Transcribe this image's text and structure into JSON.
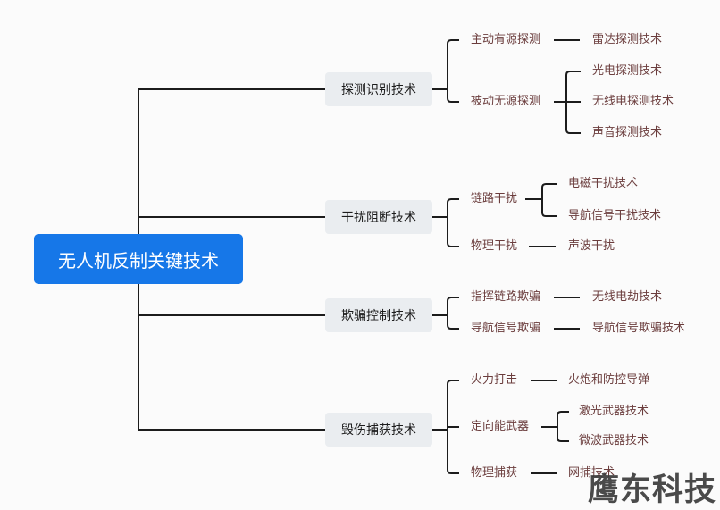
{
  "root": "无人机反制关键技术",
  "branches": [
    {
      "label": "探测识别技术",
      "children": [
        {
          "label": "主动有源探测",
          "items": [
            "雷达探测技术"
          ]
        },
        {
          "label": "被动无源探测",
          "items": [
            "光电探测技术",
            "无线电探测技术",
            "声音探测技术"
          ]
        }
      ]
    },
    {
      "label": "干扰阻断技术",
      "children": [
        {
          "label": "链路干扰",
          "items": [
            "电磁干扰技术",
            "导航信号干扰技术"
          ]
        },
        {
          "label": "物理干扰",
          "items": [
            "声波干扰"
          ]
        }
      ]
    },
    {
      "label": "欺骗控制技术",
      "children": [
        {
          "label": "指挥链路欺骗",
          "items": [
            "无线电劫技术"
          ]
        },
        {
          "label": "导航信号欺骗",
          "items": [
            "导航信号欺骗技术"
          ]
        }
      ]
    },
    {
      "label": "毁伤捕获技术",
      "children": [
        {
          "label": "火力打击",
          "items": [
            "火炮和防控导弹"
          ]
        },
        {
          "label": "定向能武器",
          "items": [
            "激光武器技术",
            "微波武器技术"
          ]
        },
        {
          "label": "物理捕获",
          "items": [
            "网捕技术"
          ]
        }
      ]
    }
  ],
  "watermark": "鹰东科技"
}
